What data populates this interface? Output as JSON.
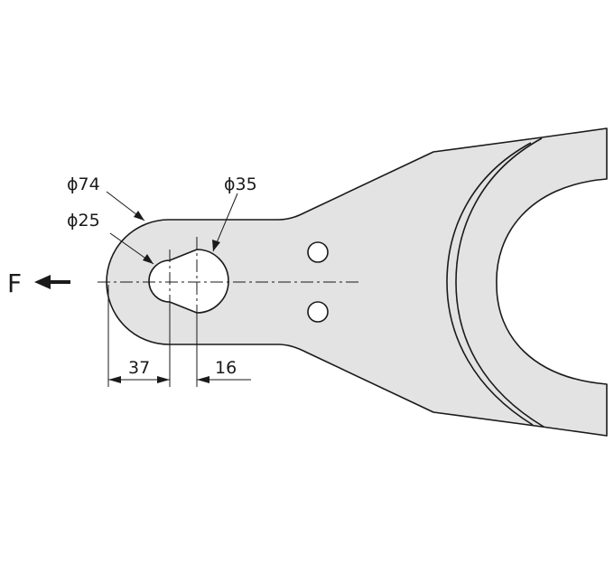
{
  "labels": {
    "force": "F",
    "dia_outer": "ϕ74",
    "dia_small": "ϕ25",
    "dia_large": "ϕ35",
    "dim_left": "37",
    "dim_right": "16"
  },
  "colors": {
    "part_fill": "#e3e3e3",
    "line": "#1a1a1a",
    "hole_fill": "#ffffff"
  }
}
